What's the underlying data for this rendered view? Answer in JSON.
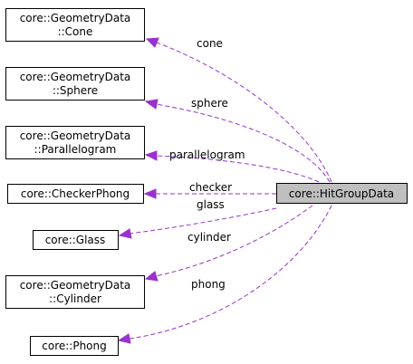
{
  "diagram": {
    "focus_node": {
      "id": "hitgroupdata",
      "lines": [
        "core::HitGroupData"
      ]
    },
    "nodes": [
      {
        "id": "cone",
        "lines": [
          "core::GeometryData",
          "::Cone"
        ]
      },
      {
        "id": "sphere",
        "lines": [
          "core::GeometryData",
          "::Sphere"
        ]
      },
      {
        "id": "parallelogram",
        "lines": [
          "core::GeometryData",
          "::Parallelogram"
        ]
      },
      {
        "id": "checkerphong",
        "lines": [
          "core::CheckerPhong"
        ]
      },
      {
        "id": "glass",
        "lines": [
          "core::Glass"
        ]
      },
      {
        "id": "cylinder",
        "lines": [
          "core::GeometryData",
          "::Cylinder"
        ]
      },
      {
        "id": "phong",
        "lines": [
          "core::Phong"
        ]
      }
    ],
    "edges": [
      {
        "from": "hitgroupdata",
        "to": "cone",
        "label": "cone"
      },
      {
        "from": "hitgroupdata",
        "to": "sphere",
        "label": "sphere"
      },
      {
        "from": "hitgroupdata",
        "to": "parallelogram",
        "label": "parallelogram"
      },
      {
        "from": "hitgroupdata",
        "to": "checkerphong",
        "label": "checker"
      },
      {
        "from": "hitgroupdata",
        "to": "glass",
        "label": "glass"
      },
      {
        "from": "hitgroupdata",
        "to": "cylinder",
        "label": "cylinder"
      },
      {
        "from": "hitgroupdata",
        "to": "phong",
        "label": "phong"
      }
    ],
    "colors": {
      "edge": "#9a32cd",
      "focus_fill": "#bfbfbf",
      "node_fill": "#ffffff",
      "border": "#000000"
    },
    "edge_style": "dashed"
  }
}
